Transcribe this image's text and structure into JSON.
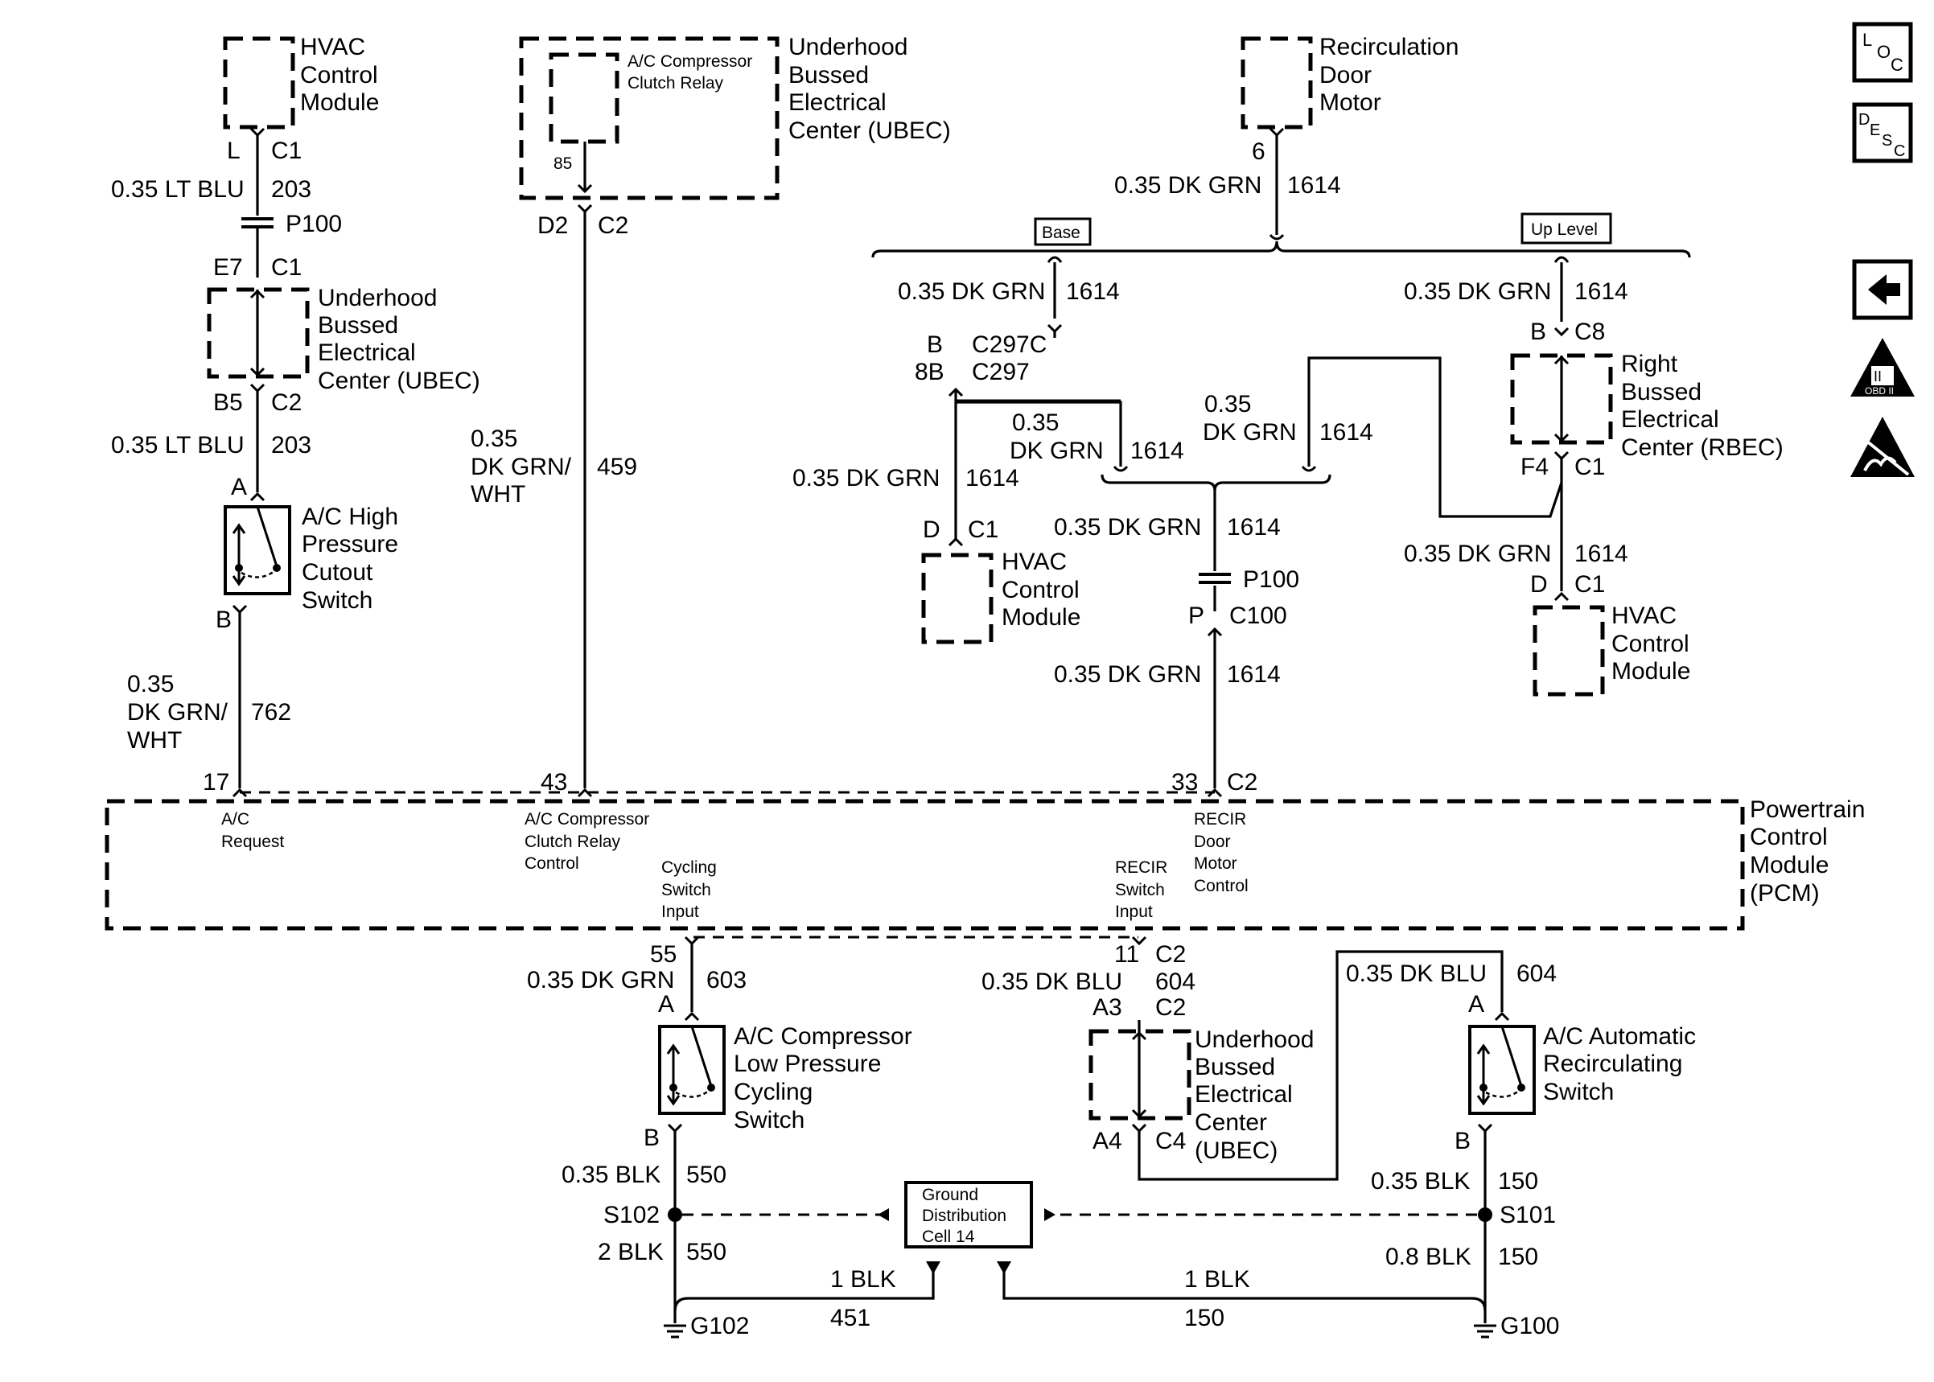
{
  "title": "",
  "nav_icons": {
    "loc": {
      "l": "L",
      "o": "O",
      "c": "C",
      "name": "loc-icon"
    },
    "desc": {
      "d": "D",
      "e": "E",
      "s": "S",
      "c": "C",
      "name": "desc-icon"
    },
    "back": {
      "name": "back-arrow-icon"
    },
    "obd": {
      "label": "OBD II",
      "roman": "II",
      "name": "obd-ii-icon"
    },
    "esd": {
      "name": "esd-sensitive-icon"
    }
  },
  "components": {
    "hvac_top": [
      "HVAC",
      "Control",
      "Module"
    ],
    "ubec_top": [
      "Underhood",
      "Bussed",
      "Electrical",
      "Center (UBEC)"
    ],
    "relay": [
      "A/C Compressor",
      "Clutch Relay"
    ],
    "recirc_motor": [
      "Recirculation",
      "Door",
      "Motor"
    ],
    "ubec_left": [
      "Underhood",
      "Bussed",
      "Electrical",
      "Center (UBEC)"
    ],
    "hp_switch": [
      "A/C High",
      "Pressure",
      "Cutout",
      "Switch"
    ],
    "hvac_mid": [
      "HVAC",
      "Control",
      "Module"
    ],
    "rbec": [
      "Right",
      "Bussed",
      "Electrical",
      "Center (RBEC)"
    ],
    "hvac_right": [
      "HVAC",
      "Control",
      "Module"
    ],
    "pcm": [
      "Powertrain",
      "Control",
      "Module",
      "(PCM)"
    ],
    "lp_switch": [
      "A/C Compressor",
      "Low Pressure",
      "Cycling",
      "Switch"
    ],
    "ubec_bottom": [
      "Underhood",
      "Bussed",
      "Electrical",
      "Center",
      "(UBEC)"
    ],
    "auto_recirc": [
      "A/C Automatic",
      "Recirculating",
      "Switch"
    ],
    "ground_cell": [
      "Ground",
      "Distribution",
      "Cell 14"
    ]
  },
  "tags": {
    "base": "Base",
    "up_level": "Up Level"
  },
  "pcm_pins": {
    "ac_request": [
      "A/C",
      "Request"
    ],
    "relay_control": [
      "A/C Compressor",
      "Clutch Relay",
      "Control"
    ],
    "cycling_input": [
      "Cycling",
      "Switch",
      "Input"
    ],
    "recir_input": [
      "RECIR",
      "Switch",
      "Input"
    ],
    "recir_motor_control": [
      "RECIR",
      "Door",
      "Motor",
      "Control"
    ]
  },
  "wires": {
    "w203": {
      "size_color": "0.35 LT BLU",
      "circuit": "203"
    },
    "w459": {
      "size": "0.35",
      "color": "DK GRN/",
      "color2": "WHT",
      "circuit": "459"
    },
    "w762": {
      "size": "0.35",
      "color": "DK GRN/",
      "color2": "WHT",
      "circuit": "762"
    },
    "w1614": {
      "size_color": "0.35 DK GRN",
      "size": "0.35",
      "color": "DK GRN",
      "circuit": "1614"
    },
    "w603": {
      "size_color": "0.35 DK GRN",
      "circuit": "603"
    },
    "w604": {
      "size_color": "0.35 DK BLU",
      "circuit": "604"
    },
    "w550a": {
      "size_color": "0.35 BLK",
      "circuit": "550"
    },
    "w550b": {
      "size_color": "2 BLK",
      "circuit": "550"
    },
    "w150a": {
      "size_color": "0.35 BLK",
      "circuit": "150"
    },
    "w150b": {
      "size_color": "0.8 BLK",
      "circuit": "150"
    },
    "w451": {
      "size_color": "1 BLK",
      "circuit": "451"
    },
    "w150c": {
      "size_color": "1 BLK",
      "circuit": "150"
    }
  },
  "connectors": {
    "L": "L",
    "C1": "C1",
    "C2": "C2",
    "C4": "C4",
    "C8": "C8",
    "P100": "P100",
    "E7": "E7",
    "B5": "B5",
    "A": "A",
    "B": "B",
    "D": "D",
    "P": "P",
    "D2": "D2",
    "F4": "F4",
    "A3": "A3",
    "A4": "A4",
    "n85": "85",
    "n6": "6",
    "C297C": "C297C",
    "C297": "C297",
    "n8B": "8B",
    "C100": "C100",
    "p17": "17",
    "p43": "43",
    "p33": "33",
    "p55": "55",
    "p11": "11"
  },
  "splices": {
    "s102": "S102",
    "s101": "S101"
  },
  "grounds": {
    "g102": "G102",
    "g100": "G100"
  }
}
